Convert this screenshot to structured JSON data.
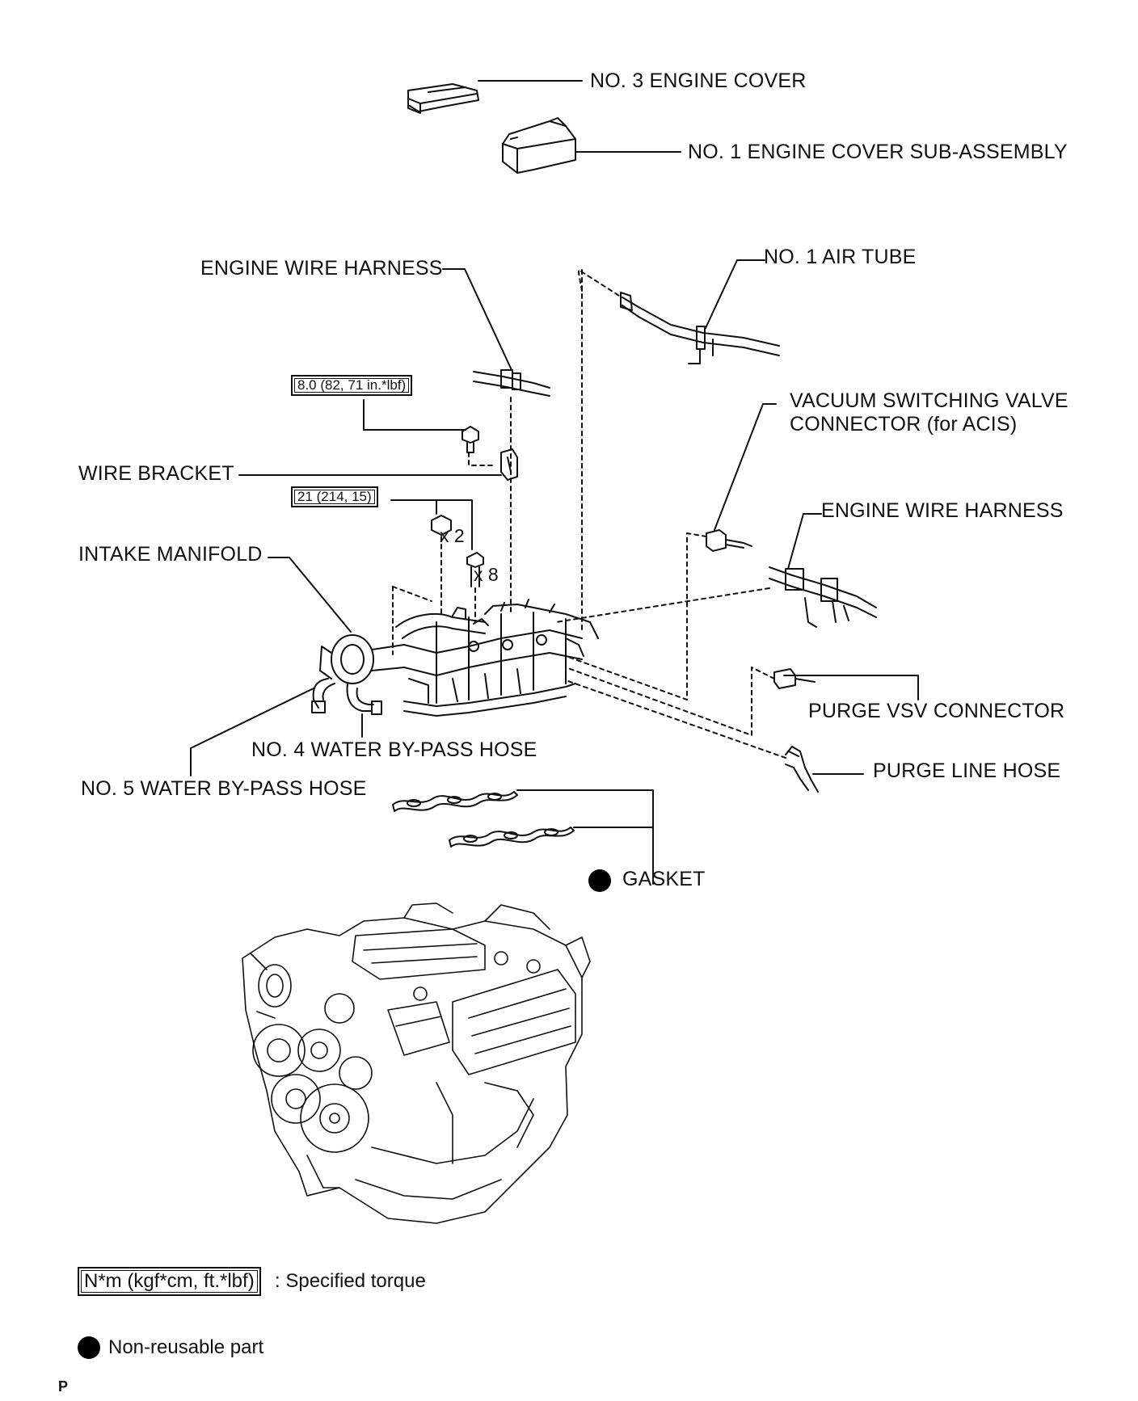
{
  "labels": {
    "no3_engine_cover": "NO. 3 ENGINE COVER",
    "no1_engine_cover": "NO. 1 ENGINE COVER SUB-ASSEMBLY",
    "engine_wire_harness_1": "ENGINE WIRE HARNESS",
    "no1_air_tube": "NO. 1 AIR TUBE",
    "vsv_connector": "VACUUM SWITCHING VALVE\nCONNECTOR (for ACIS)",
    "wire_bracket": "WIRE BRACKET",
    "engine_wire_harness_2": "ENGINE WIRE HARNESS",
    "intake_manifold": "INTAKE MANIFOLD",
    "purge_vsv_connector": "PURGE VSV CONNECTOR",
    "no4_water_bypass": "NO. 4 WATER BY-PASS HOSE",
    "purge_line_hose": "PURGE LINE HOSE",
    "no5_water_bypass": "NO. 5 WATER BY-PASS HOSE",
    "gasket": "GASKET"
  },
  "torques": {
    "bracket_bolt": "8.0 (82, 71 in.*lbf)",
    "manifold": "21 (214, 15)"
  },
  "quantities": {
    "nuts": "x 2",
    "bolts": "x 8"
  },
  "legend": {
    "torque_box": "N*m (kgf*cm, ft.*lbf)",
    "torque_text": ": Specified torque",
    "nonreusable_text": "Non-reusable part"
  },
  "page_mark": "P",
  "colors": {
    "ink": "#111111",
    "paper": "#ffffff"
  }
}
